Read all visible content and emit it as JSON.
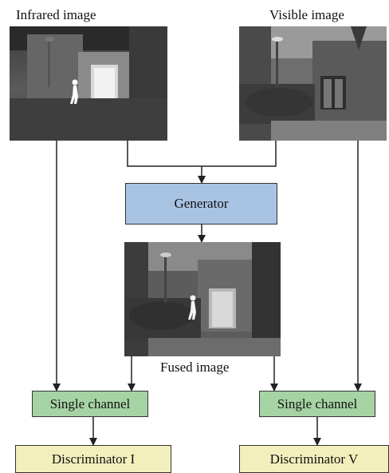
{
  "labels": {
    "infrared": "Infrared image",
    "visible": "Visible image",
    "fused": "Fused image"
  },
  "boxes": {
    "generator": "Generator",
    "single_channel_left": "Single channel",
    "single_channel_right": "Single channel",
    "discriminator_i": "Discriminator I",
    "discriminator_v": "Discriminator V"
  },
  "colors": {
    "generator_fill": "#a9c3e3",
    "single_channel_fill": "#a6d3a4",
    "discriminator_fill": "#f2efbd",
    "line": "#222222"
  }
}
